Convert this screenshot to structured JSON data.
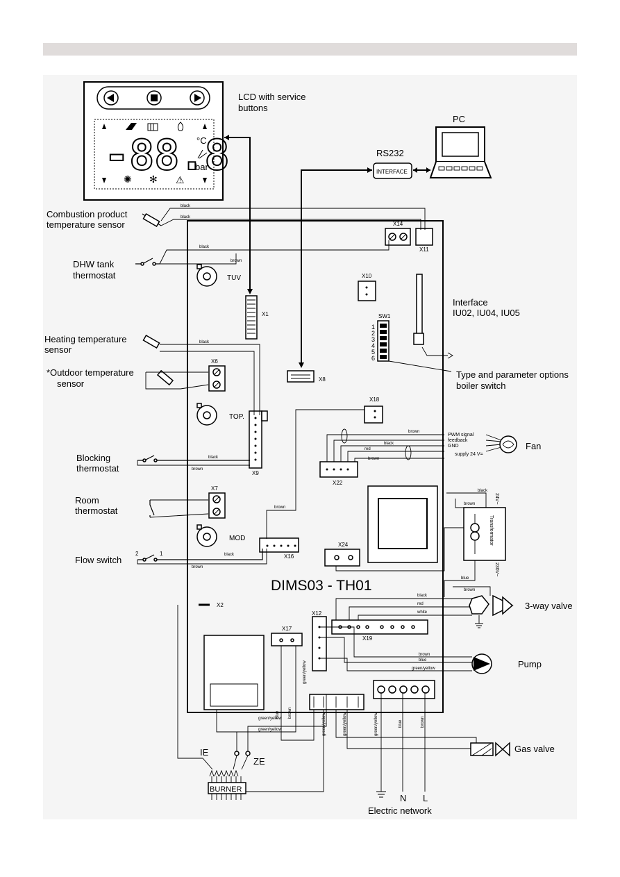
{
  "lcd": {
    "caption_line1": "LCD with service",
    "caption_line2": "buttons",
    "display_value": "-88.8",
    "unit_celsius": "°C",
    "unit_bar": "bar"
  },
  "pc": {
    "label": "PC"
  },
  "rs232": {
    "label": "RS232",
    "interface": "INTERFACE"
  },
  "board": {
    "title": "DIMS03 - TH01"
  },
  "connectors": {
    "x1": "X1",
    "x2": "X2",
    "x6": "X6",
    "x7": "X7",
    "x8": "X8",
    "x9": "X9",
    "x10": "X10",
    "x11": "X11",
    "x12": "X12",
    "x14": "X14",
    "x16": "X16",
    "x17": "X17",
    "x18": "X18",
    "x19": "X19",
    "x22": "X22",
    "x24": "X24",
    "sw1": "SW1"
  },
  "pots": {
    "tuv": "TUV",
    "top": "TOP.",
    "mod": "MOD"
  },
  "left_labels": {
    "combustion_1": "Combustion product",
    "combustion_2": "temperature sensor",
    "dhw_1": "DHW tank",
    "dhw_2": "thermostat",
    "heating_1": "Heating temperature",
    "heating_2": "sensor",
    "outdoor_1": "*Outdoor temperature",
    "outdoor_2": "sensor",
    "blocking_1": "Blocking",
    "blocking_2": "thermostat",
    "room_1": "Room",
    "room_2": "thermostat",
    "flow": "Flow switch",
    "flow_pin2": "2",
    "flow_pin1": "1"
  },
  "right_labels": {
    "interface_1": "Interface",
    "interface_2": "IU02, IU04, IU05",
    "type_1": "Type and parameter options",
    "type_2": "boiler switch",
    "fan": "Fan",
    "three_way": "3-way valve",
    "pump": "Pump",
    "gas": "Gas valve",
    "network": "Electric network",
    "net_n": "N",
    "net_l": "L",
    "transformer": "Transformator",
    "v24": "24V~",
    "v230": "230V~"
  },
  "fan_signals": {
    "pwm": "PWM signal",
    "feedback": "feedback",
    "gnd": "GND",
    "supply": "supply 24 V="
  },
  "burner": {
    "label": "BURNER",
    "ie": "IE",
    "ze": "ZE"
  },
  "wires": {
    "black": "black",
    "brown": "brown",
    "red": "red",
    "blue": "blue",
    "white": "white",
    "green_yellow": "green/yellow"
  }
}
